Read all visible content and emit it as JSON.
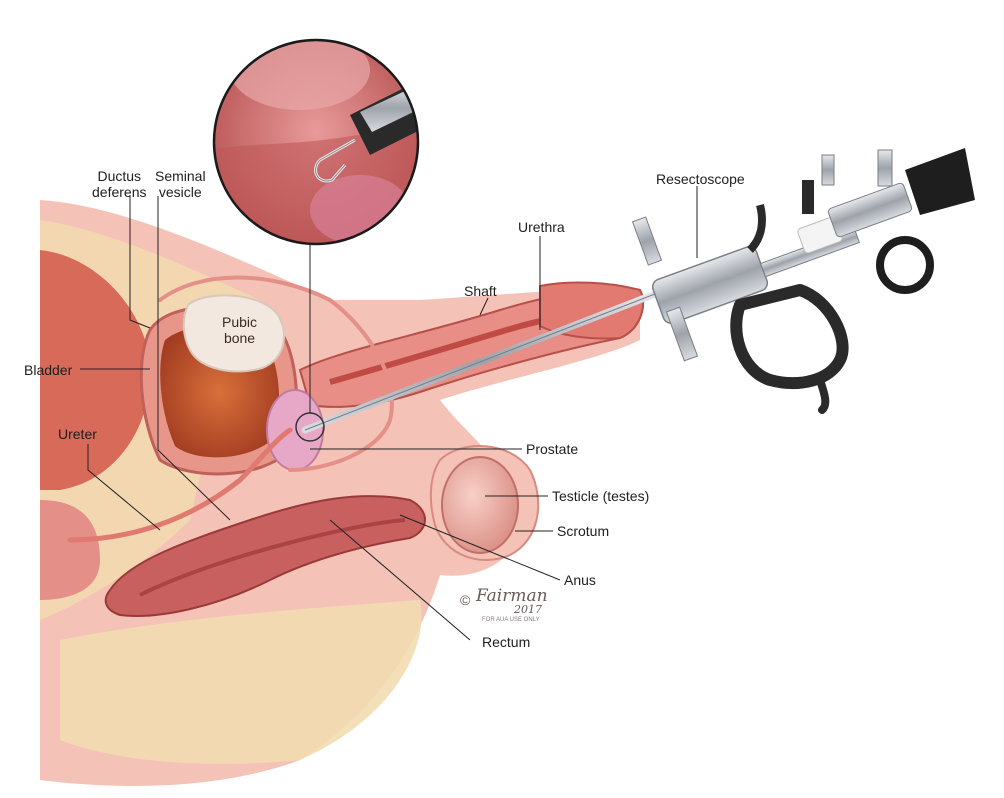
{
  "labels": {
    "ductus_deferens": "Ductus\ndeferens",
    "seminal_vesicle": "Seminal\nvesicle",
    "bladder": "Bladder",
    "ureter": "Ureter",
    "pubic_bone": "Pubic\nbone",
    "shaft": "Shaft",
    "urethra": "Urethra",
    "resectoscope": "Resectoscope",
    "prostate": "Prostate",
    "testicle": "Testicle (testes)",
    "scrotum": "Scrotum",
    "anus": "Anus",
    "rectum": "Rectum"
  },
  "credit": {
    "copyright_mark": "©",
    "signature": "Fairman",
    "year": "2017",
    "note": "FOR AUA USE ONLY"
  },
  "colors": {
    "tissue": "#f0a8a0",
    "tissue_dark": "#c0504a",
    "fat": "#f2dcb0",
    "bone": "#f3e8e0",
    "metal": "#b8bcc2",
    "handle": "#2a2a2a",
    "leader": "#222222"
  }
}
